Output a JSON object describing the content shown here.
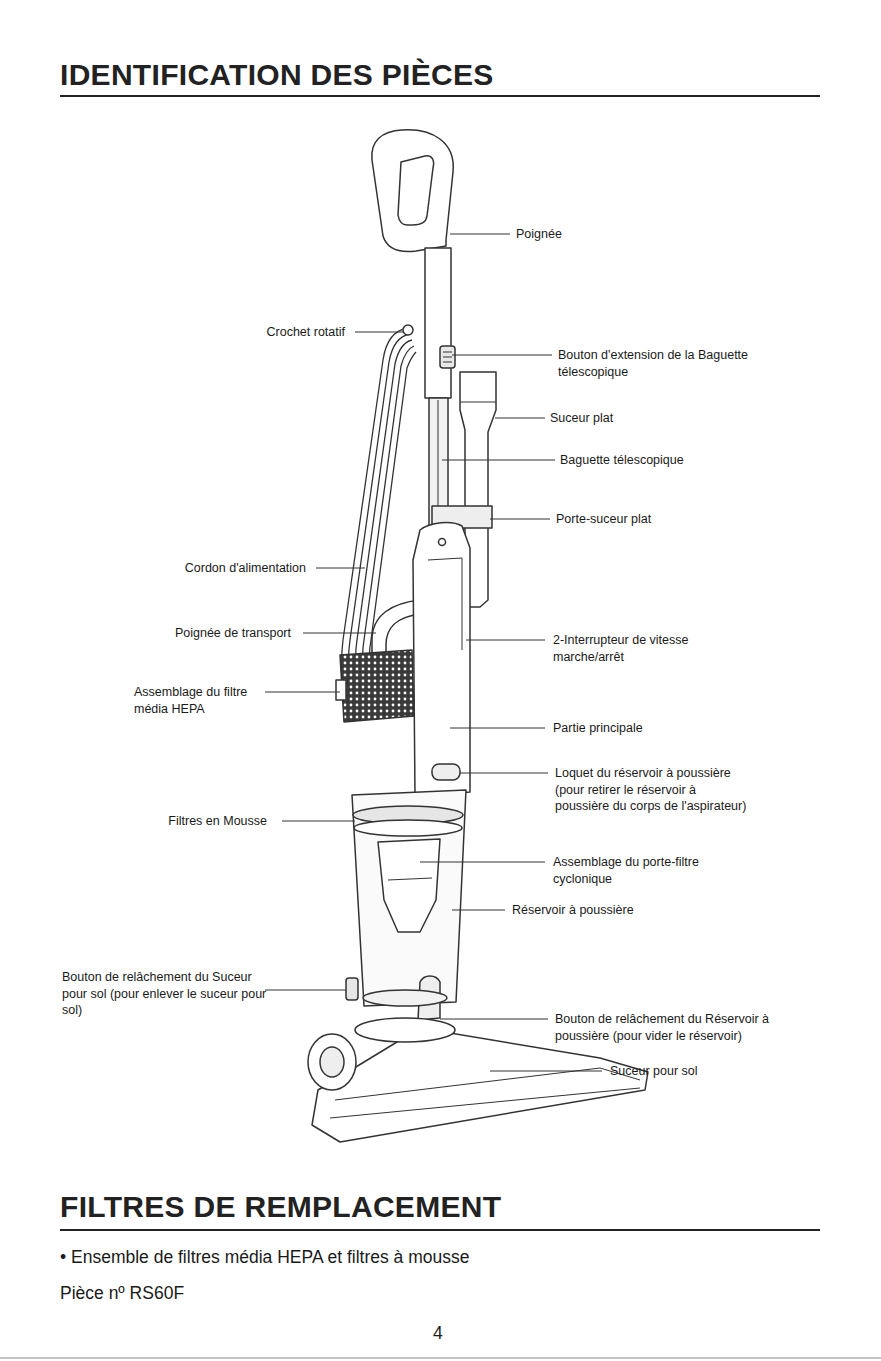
{
  "diagram": {
    "title": "IDENTIFICATION DES PIÈCES",
    "labels": [
      "Poignée",
      "Crochet rotatif",
      "Bouton d'extension de la Baguette télescopique",
      "Suceur plat",
      "Baguette télescopique",
      "Porte-suceur plat",
      "Cordon d'alimentation",
      "Poignée de transport",
      "2-Interrupteur de vitesse marche/arrêt",
      "Assemblage du filtre média HEPA",
      "Partie principale",
      "Loquet du réservoir à poussière (pour retirer le réservoir à poussière du corps de l'aspirateur)",
      "Filtres en Mousse",
      "Assemblage du porte-filtre cyclonique",
      "Réservoir à poussière",
      "Bouton de relâchement du Suceur pour sol (pour enlever le suceur pour sol)",
      "Bouton de relâchement du Réservoir à poussière (pour vider le réservoir)",
      "Suceur pour sol",
      "FILTRES DE REMPLACEMENT",
      "• Ensemble de filtres média HEPA et filtres à mousse",
      "Pièce nº RS60F",
      "4"
    ]
  }
}
